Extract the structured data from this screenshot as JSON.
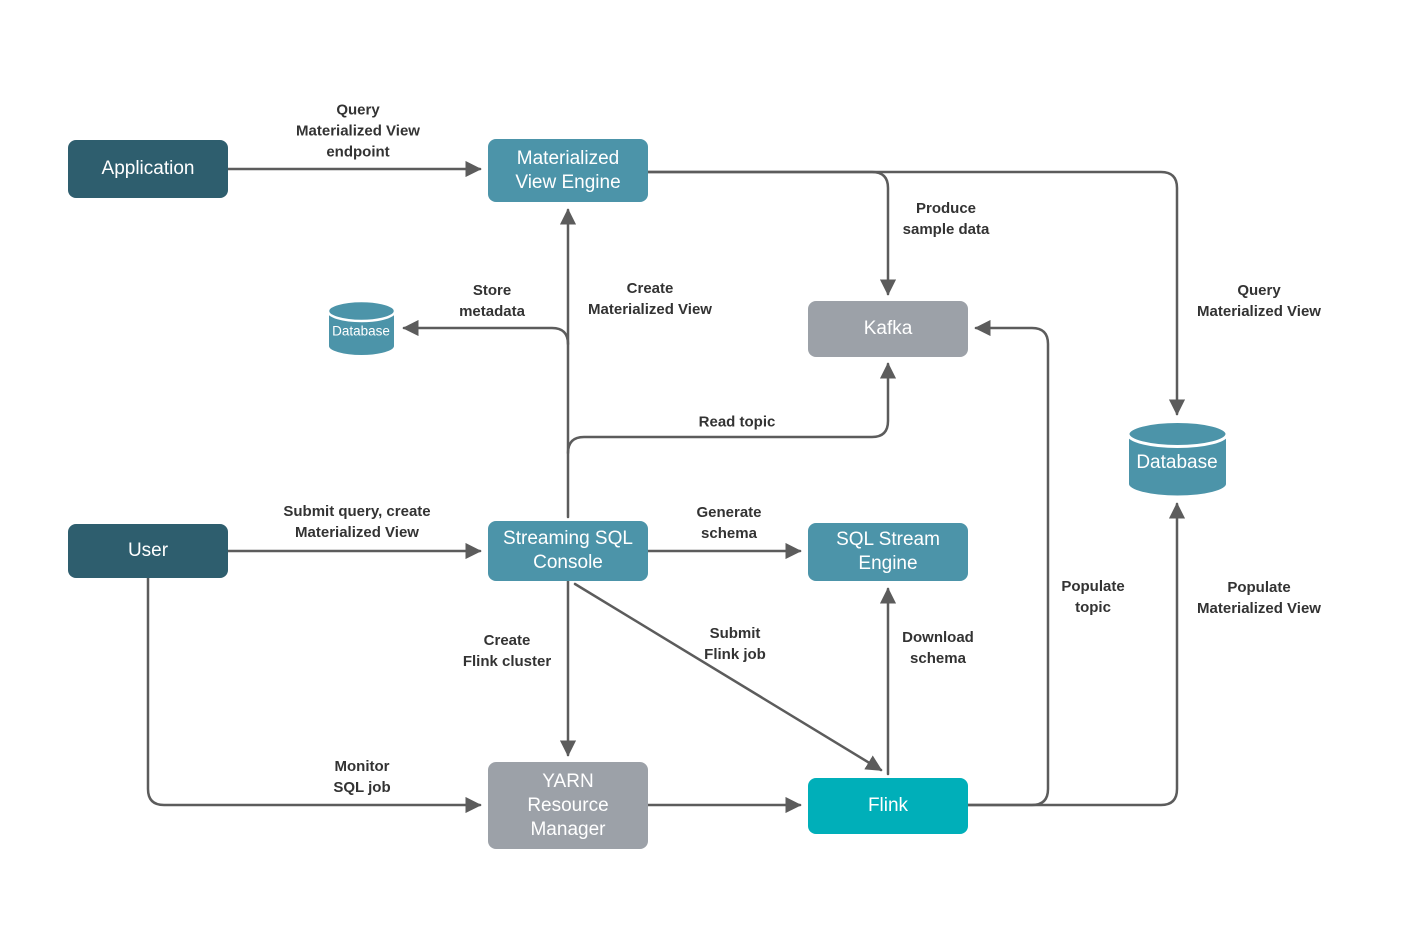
{
  "diagram": {
    "title": "Materialized View streaming architecture diagram",
    "nodes": {
      "application": {
        "label": "Application",
        "type": "box",
        "color": "#2E5E6E"
      },
      "materialized_view_engine": {
        "label": "Materialized\nView Engine",
        "type": "box",
        "color": "#4C94A9"
      },
      "kafka": {
        "label": "Kafka",
        "type": "box",
        "color": "#9CA1A8"
      },
      "metadata_database": {
        "label": "Database",
        "type": "cylinder",
        "color": "#4C94A9"
      },
      "database": {
        "label": "Database",
        "type": "cylinder",
        "color": "#4C94A9"
      },
      "user": {
        "label": "User",
        "type": "box",
        "color": "#2E5E6E"
      },
      "streaming_sql_console": {
        "label": "Streaming SQL\nConsole",
        "type": "box",
        "color": "#4C94A9"
      },
      "sql_stream_engine": {
        "label": "SQL Stream\nEngine",
        "type": "box",
        "color": "#4C94A9"
      },
      "yarn_resource_manager": {
        "label": "YARN\nResource\nManager",
        "type": "box",
        "color": "#9CA1A8"
      },
      "flink": {
        "label": "Flink",
        "type": "box",
        "color": "#00AFB9"
      }
    },
    "edge_labels": {
      "query_mv_endpoint": "Query\nMaterialized View\nendpoint",
      "produce_sample_data": "Produce\nsample data",
      "query_mv": "Query\nMaterialized View",
      "store_metadata": "Store\nmetadata",
      "create_mv": "Create\nMaterialized View",
      "read_topic": "Read topic",
      "submit_query_create_mv": "Submit query, create\nMaterialized View",
      "generate_schema": "Generate\nschema",
      "create_flink_cluster": "Create\nFlink cluster",
      "submit_flink_job": "Submit\nFlink job",
      "download_schema": "Download\nschema",
      "populate_topic": "Populate\ntopic",
      "populate_mv": "Populate\nMaterialized View",
      "monitor_sql_job": "Monitor\nSQL job"
    },
    "colors": {
      "dark_teal": "#2E5E6E",
      "teal": "#4C94A9",
      "gray": "#9CA1A8",
      "cyan": "#00AFB9",
      "edge": "#5C5C5C",
      "label_text": "#333333",
      "background": "#FFFFFF"
    }
  }
}
